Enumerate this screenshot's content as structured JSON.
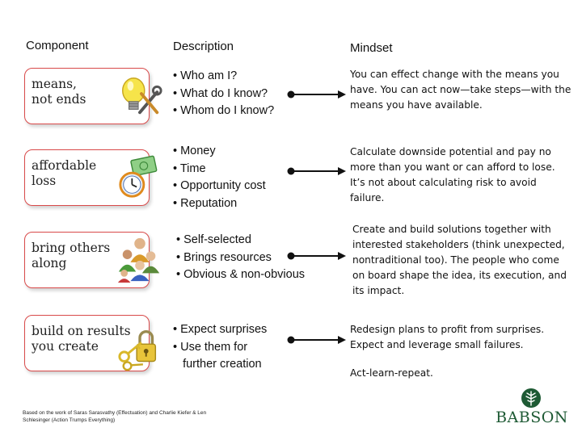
{
  "headers": {
    "component": "Component",
    "description": "Description",
    "mindset": "Mindset"
  },
  "rows": [
    {
      "label": "means,\nnot ends",
      "icon": "lightbulb-tools-icon",
      "description": [
        "• Who am I?",
        "• What do I know?",
        "• Whom do I know?"
      ],
      "mindset": [
        "You can effect change with the means you have.  You can act now—take steps—with the means you have available."
      ]
    },
    {
      "label": "affordable\nloss",
      "icon": "money-clock-icon",
      "description": [
        "• Money",
        "• Time",
        "• Opportunity cost",
        "• Reputation"
      ],
      "mindset": [
        "Calculate downside potential and pay no more than you want or can afford to lose. It’s not about calculating risk to avoid failure."
      ]
    },
    {
      "label": "bring others\nalong",
      "icon": "people-group-icon",
      "description": [
        "• Self-selected",
        "• Brings resources",
        "• Obvious & non-obvious"
      ],
      "mindset": [
        "Create and build solutions together with interested stakeholders (think unexpected, nontraditional too). The people who come on board shape the idea, its execution, and its impact."
      ]
    },
    {
      "label": "build on results\nyou create",
      "icon": "keys-padlock-icon",
      "description": [
        "• Expect surprises",
        "• Use them for",
        "   further creation"
      ],
      "mindset": [
        "Redesign plans to profit from surprises. Expect and leverage small failures.",
        "Act-learn-repeat."
      ]
    }
  ],
  "footnote": "Based on the work of Saras Sarasvathy (Effectuation) and Charlie Kiefer & Len Schlesinger (Action Trumps Everything)",
  "logo": {
    "text": "BABSON",
    "icon": "babson-tree-icon",
    "color": "#1e5a34"
  },
  "colors": {
    "card_border": "#d94a4a",
    "connector": "#111111"
  }
}
